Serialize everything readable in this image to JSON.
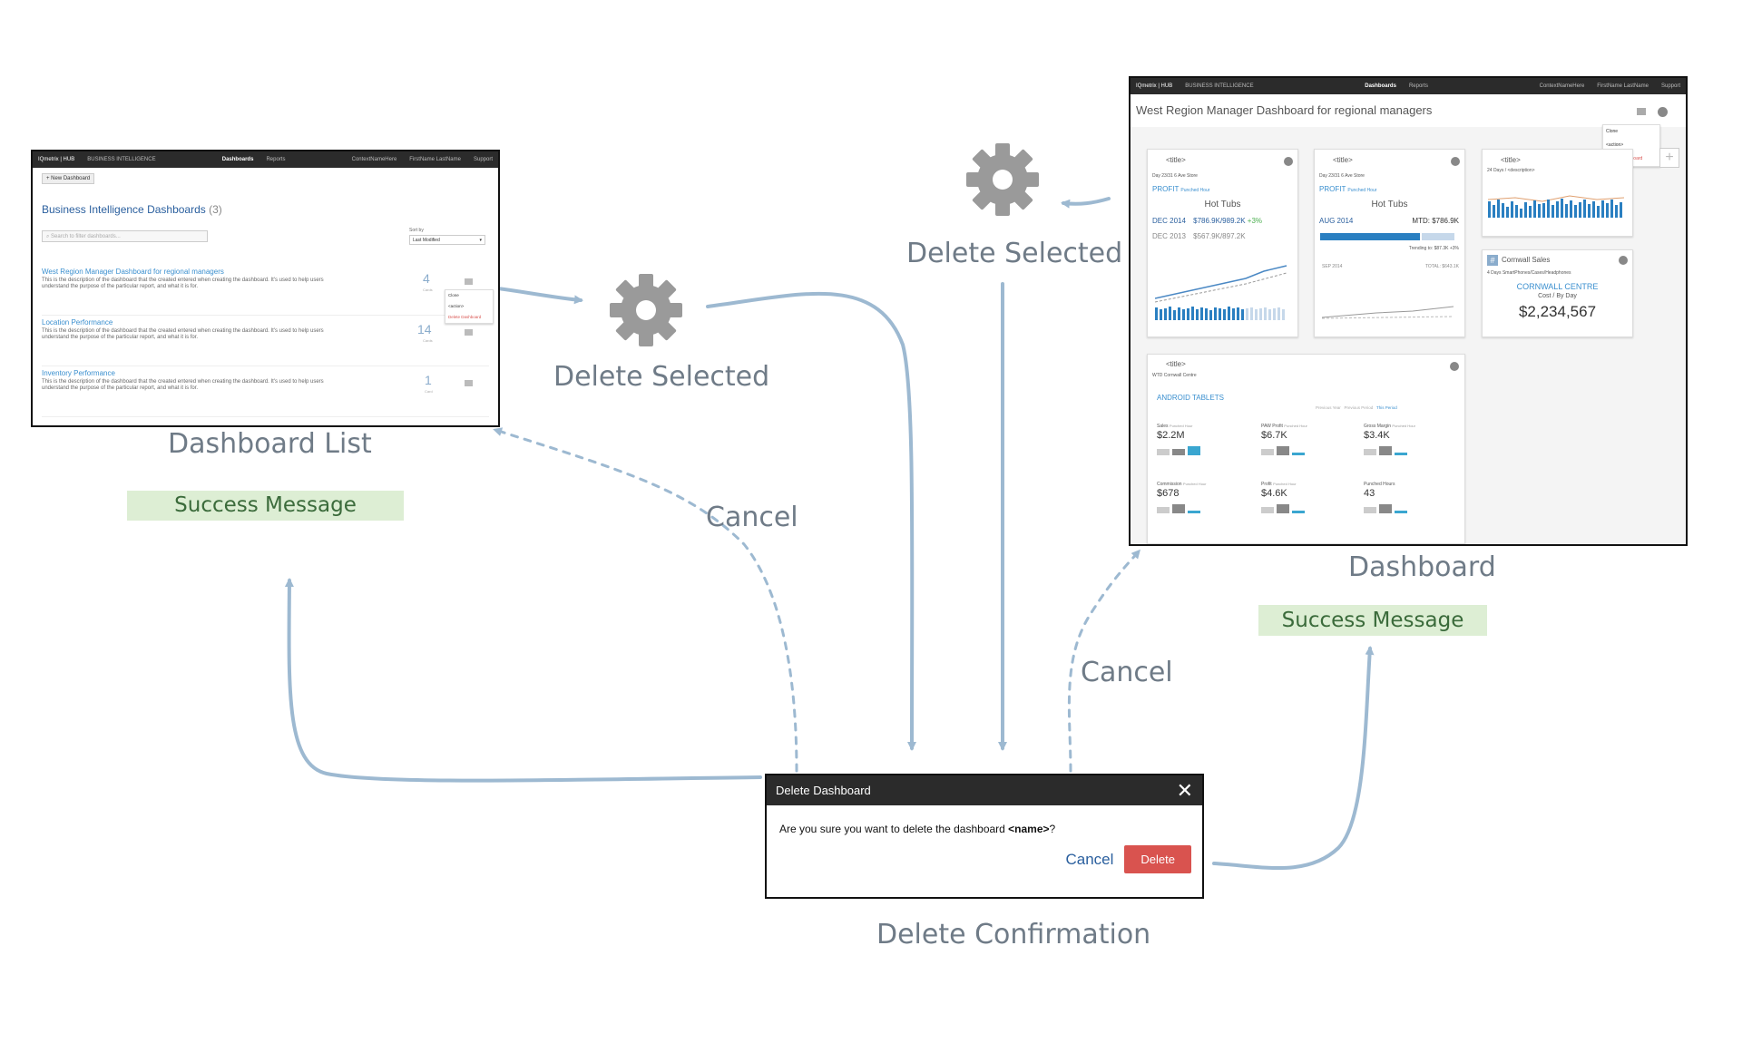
{
  "labels": {
    "dashboard_list": "Dashboard List",
    "dashboard": "Dashboard",
    "delete_confirmation": "Delete Confirmation",
    "delete_selected_left": "Delete Selected",
    "delete_selected_right": "Delete Selected",
    "cancel_left": "Cancel",
    "cancel_right": "Cancel",
    "success_left": "Success Message",
    "success_right": "Success Message"
  },
  "colors": {
    "arrow": "#9db9d1",
    "gear": "#999999",
    "success_bg": "#ddeed4",
    "delete_btn": "#d9534f"
  },
  "list_shot": {
    "brand": "IQmetrix | HUB",
    "section": "BUSINESS INTELLIGENCE",
    "nav_dashboards": "Dashboards",
    "nav_reports": "Reports",
    "nav_user1": "ContextNameHere",
    "nav_user2": "FirstName LastName",
    "nav_support": "Support",
    "new_button": "+ New Dashboard",
    "title": "Business Intelligence Dashboards",
    "count": "(3)",
    "search_placeholder": "Search to filter dashboards...",
    "sort_label": "Sort by",
    "sort_value": "Last Modified",
    "rows": [
      {
        "name": "West Region Manager Dashboard for regional managers",
        "desc": "This is the description of the dashboard that the created entered when creating the dashboard. It's used to help users understand the purpose of the particular report, and what it is for.",
        "cards": "4",
        "cards_label": "Cards"
      },
      {
        "name": "Location Performance",
        "desc": "This is the description of the dashboard that the created entered when creating the dashboard. It's used to help users understand the purpose of the particular report, and what it is for.",
        "cards": "14",
        "cards_label": "Cards"
      },
      {
        "name": "Inventory Performance",
        "desc": "This is the description of the dashboard that the created entered when creating the dashboard. It's used to help users understand the purpose of the particular report, and what it is for.",
        "cards": "1",
        "cards_label": "Card"
      }
    ],
    "menu": [
      "Clone",
      "<action>",
      "Delete Dashboard"
    ]
  },
  "dash_shot": {
    "brand": "IQmetrix | HUB",
    "section": "BUSINESS INTELLIGENCE",
    "nav_dashboards": "Dashboards",
    "nav_reports": "Reports",
    "nav_user1": "ContextNameHere",
    "nav_user2": "FirstName LastName",
    "nav_support": "Support",
    "title": "West Region Manager Dashboard for regional managers",
    "menu": [
      "Clone",
      "<action>",
      "Delete Dashboard"
    ],
    "card1": {
      "title": "<title>",
      "sub": "Day 23/31 6 Ave Store",
      "metric": "PROFIT",
      "metric_sub": "Punched Hour",
      "product": "Hot Tubs",
      "p1": "DEC 2014",
      "v1": "$786.9K/989.2K",
      "d1": "+3%",
      "p2": "DEC 2013",
      "v2": "$567.9K/897.2K"
    },
    "card2": {
      "title": "<title>",
      "sub": "Day 23/31 6 Ave Store",
      "metric": "PROFIT",
      "metric_sub": "Punched Hour",
      "product": "Hot Tubs",
      "p1": "AUG 2014",
      "v1": "MTD: $786.9K",
      "trend": "Trending to: $87.3K +3%",
      "p2": "SEP 2014",
      "v2": "TOTAL: $643.1K"
    },
    "card3": {
      "title": "<title>",
      "sub": "24 Days / <description>"
    },
    "card4": {
      "title": "Cornwall Sales",
      "sub": "4 Days SmartPhones/Cases/Headphones",
      "store": "CORNWALL CENTRE",
      "cost": "Cost / By Day",
      "value": "$2,234,567"
    },
    "card5": {
      "title": "<title>",
      "sub": "WTD Cornwall Centre",
      "heading": "ANDROID TABLETS",
      "legend": [
        "Previous Year",
        "Previous Period",
        "This Period"
      ],
      "metrics": [
        {
          "label": "Sales",
          "sub": "Punched Hour",
          "value": "$2.2M"
        },
        {
          "label": "PAW Profit",
          "sub": "Punched Hour",
          "value": "$6.7K"
        },
        {
          "label": "Gross Margin",
          "sub": "Punched Hour",
          "value": "$3.4K"
        },
        {
          "label": "Commission",
          "sub": "Punched Hour",
          "value": "$678"
        },
        {
          "label": "Profit",
          "sub": "Punched Hour",
          "value": "$4.6K"
        },
        {
          "label": "Punched Hours",
          "sub": "",
          "value": "43"
        }
      ]
    }
  },
  "dialog": {
    "title": "Delete Dashboard",
    "close": "✕",
    "message_prefix": "Are you sure you want to delete the dashboard ",
    "message_name": "<name>",
    "message_suffix": "?",
    "cancel": "Cancel",
    "delete": "Delete"
  }
}
